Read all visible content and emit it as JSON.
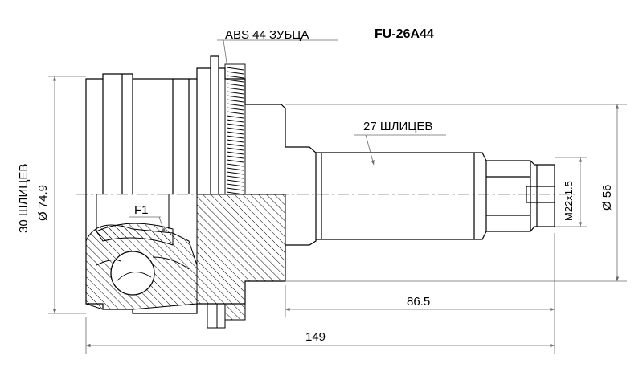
{
  "part_number": "FU-26A44",
  "abs_label": "ABS 44 ЗУБЦА",
  "inner_spline_label": "27 ШЛИЦЕВ",
  "outer_spline_label": "30 ШЛИЦЕВ",
  "outer_diameter_label": "Ø 74.9",
  "seal_diameter_label": "Ø 56",
  "thread_label": "M22x1.5",
  "f1_label": "F1",
  "dim_shaft_length": "86.5",
  "dim_total_length": "149",
  "colors": {
    "line": "#000000",
    "dim": "#6a6a6a",
    "hatch": "#000000"
  }
}
